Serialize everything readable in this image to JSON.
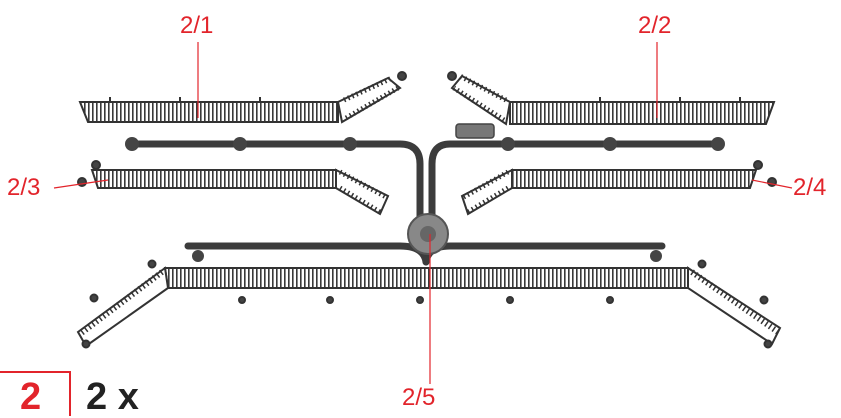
{
  "callouts": {
    "part_2_1": "2/1",
    "part_2_2": "2/2",
    "part_2_3": "2/3",
    "part_2_4": "2/4",
    "part_2_5": "2/5"
  },
  "part_number": "2",
  "quantity": "2 x",
  "colors": {
    "callout": "#e2242b",
    "plastic": "#4a4a4a",
    "text": "#222222"
  }
}
